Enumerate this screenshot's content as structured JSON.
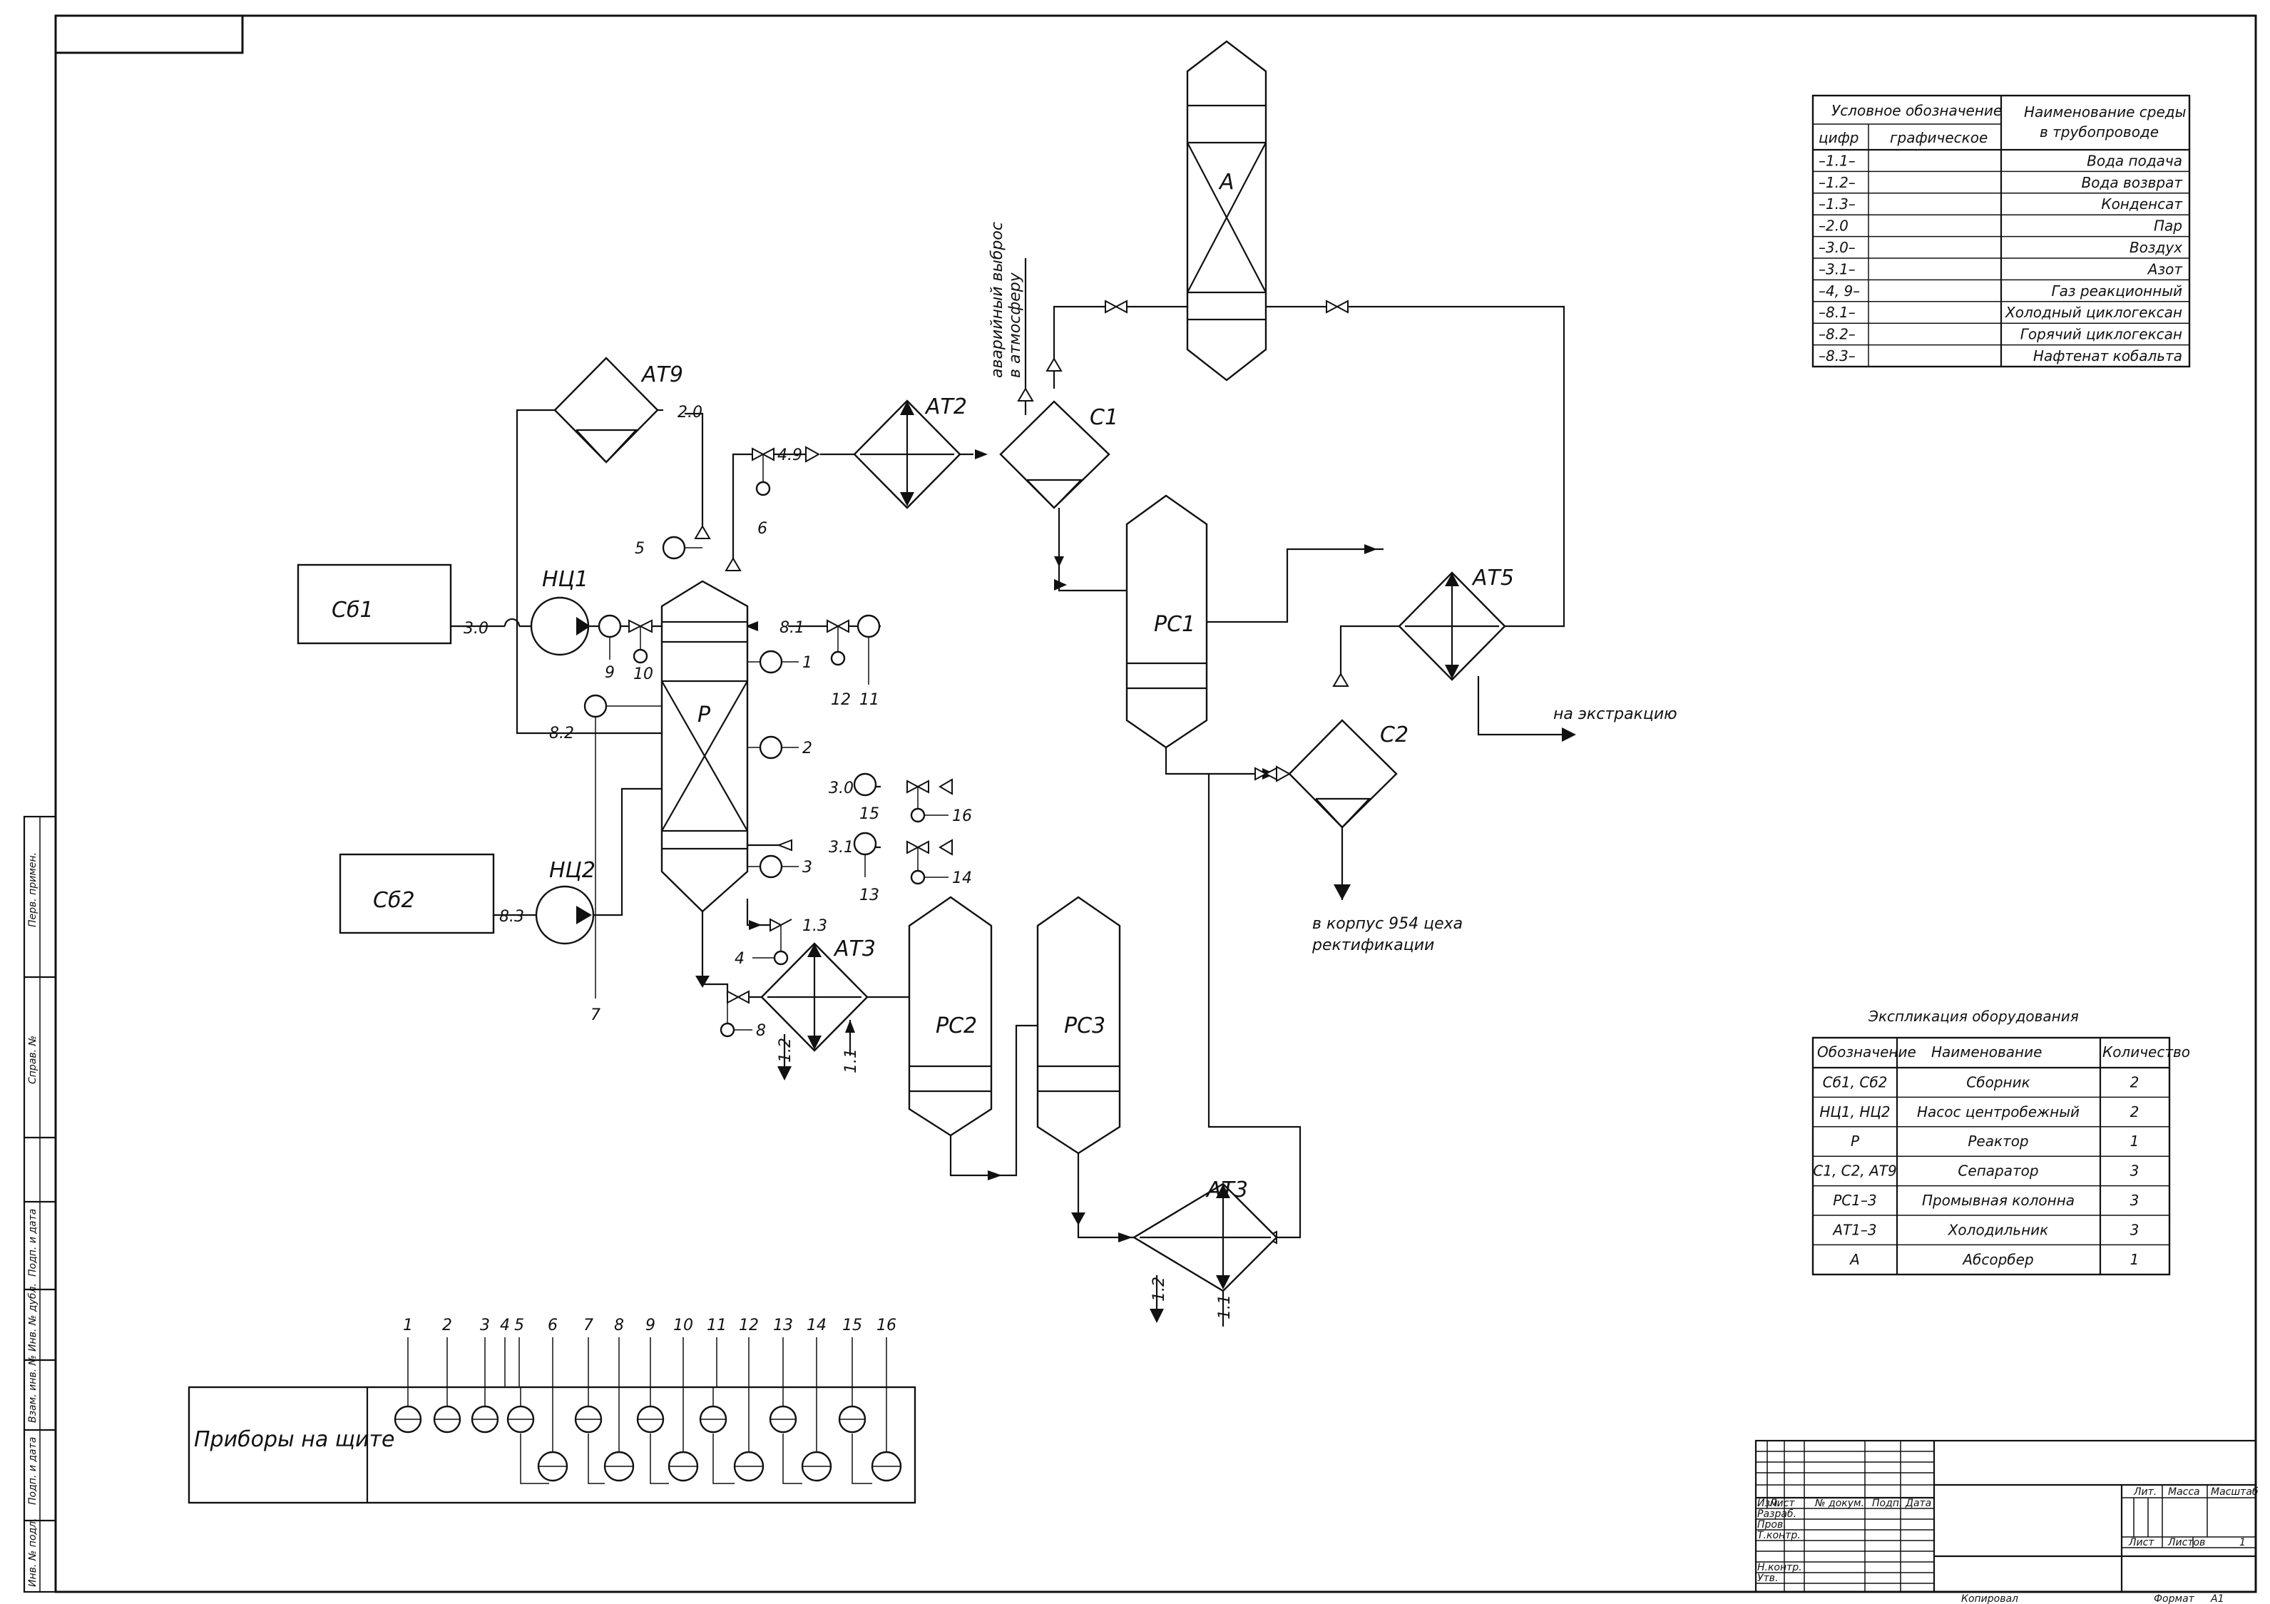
{
  "equipment": {
    "sb1": "Сб1",
    "sb2": "Сб2",
    "nc1": "НЦ1",
    "nc2": "НЦ2",
    "reactor": "Р",
    "at9": "АТ9",
    "at2": "АТ2",
    "c1": "С1",
    "absorber": "А",
    "pc1": "РС1",
    "at5": "АТ5",
    "c2": "С2",
    "at3a": "АТ3",
    "pc2": "РС2",
    "pc3": "РС3",
    "at3b": "АТ3"
  },
  "lines": {
    "l30a": "3.0",
    "l82": "8.2",
    "l83": "8.3",
    "l20": "2.0",
    "l49": "4.9",
    "l81": "8.1",
    "l30b": "3.0",
    "l31": "3.1",
    "l13": "1.3",
    "l12a": "1.2",
    "l11a": "1.1",
    "l12b": "1.2",
    "l11b": "1.1"
  },
  "annotations": {
    "emergency_1": "аварийный выброс",
    "emergency_2": "в атмосферу",
    "to_extraction": "на экстракцию",
    "to_building_1": "в корпус 954 цеха",
    "to_building_2": "ректификации"
  },
  "instruments": {
    "n1": "1",
    "n2": "2",
    "n3": "3",
    "n4": "4",
    "n5": "5",
    "n6": "6",
    "n7": "7",
    "n8": "8",
    "n9": "9",
    "n10": "10",
    "n11": "11",
    "n12": "12",
    "n13": "13",
    "n14": "14",
    "n15": "15",
    "n16": "16"
  },
  "panel": {
    "title": "Приборы на щите",
    "top_numbers": [
      "1",
      "2",
      "3",
      "4",
      "5",
      "6",
      "7",
      "8",
      "9",
      "10",
      "11",
      "12",
      "13",
      "14",
      "15",
      "16"
    ]
  },
  "media_legend": {
    "col_symbol": "Условное обозначение",
    "col_digit": "цифр",
    "col_graphic": "графическое",
    "col_name_1": "Наименование среды",
    "col_name_2": "в трубопроводе",
    "rows": [
      {
        "code": "–1.1–",
        "name": "Вода подача"
      },
      {
        "code": "–1.2–",
        "name": "Вода возврат"
      },
      {
        "code": "–1.3–",
        "name": "Конденсат"
      },
      {
        "code": "–2.0",
        "name": "Пар"
      },
      {
        "code": "–3.0–",
        "name": "Воздух"
      },
      {
        "code": "–3.1–",
        "name": "Азот"
      },
      {
        "code": "–4, 9–",
        "name": "Газ реакционный"
      },
      {
        "code": "–8.1–",
        "name": "Холодный циклогексан"
      },
      {
        "code": "–8.2–",
        "name": "Горячий циклогексан"
      },
      {
        "code": "–8.3–",
        "name": "Нафтенат кобальта"
      }
    ]
  },
  "equipment_list": {
    "title": "Экспликация оборудования",
    "headers": [
      "Обозначение",
      "Наименование",
      "Количество"
    ],
    "rows": [
      {
        "code": "Сб1, Сб2",
        "name": "Сборник",
        "qty": "2"
      },
      {
        "code": "НЦ1, НЦ2",
        "name": "Насос центробежный",
        "qty": "2"
      },
      {
        "code": "Р",
        "name": "Реактор",
        "qty": "1"
      },
      {
        "code": "С1, С2, АТ9",
        "name": "Сепаратор",
        "qty": "3"
      },
      {
        "code": "РС1–3",
        "name": "Промывная колонна",
        "qty": "3"
      },
      {
        "code": "АТ1–3",
        "name": "Холодильник",
        "qty": "3"
      },
      {
        "code": "А",
        "name": "Абсорбер",
        "qty": "1"
      }
    ]
  },
  "title_block": {
    "izm": "Изм.",
    "list": "Лист",
    "ndoc": "№ докум.",
    "podp": "Подп.",
    "data": "Дата",
    "razrab": "Разраб.",
    "prov": "Пров.",
    "tkontr": "Т.контр.",
    "nkontr": "Н.контр.",
    "utv": "Утв.",
    "lit": "Лит.",
    "massa": "Масса",
    "masshtab": "Масштаб",
    "sheet": "Лист",
    "sheets": "Листов",
    "sheets_count": "1",
    "copied": "Копировал",
    "format": "Формат",
    "format_value": "А1"
  },
  "side_strip": {
    "perv": "Перв. примен.",
    "sprav": "Справ. №",
    "podp1": "Подп. и дата",
    "inv_dubl": "Инв. № дубл.",
    "vzam": "Взам. инв. №",
    "podp2": "Подп. и дата",
    "inv_podl": "Инв. № подл."
  }
}
